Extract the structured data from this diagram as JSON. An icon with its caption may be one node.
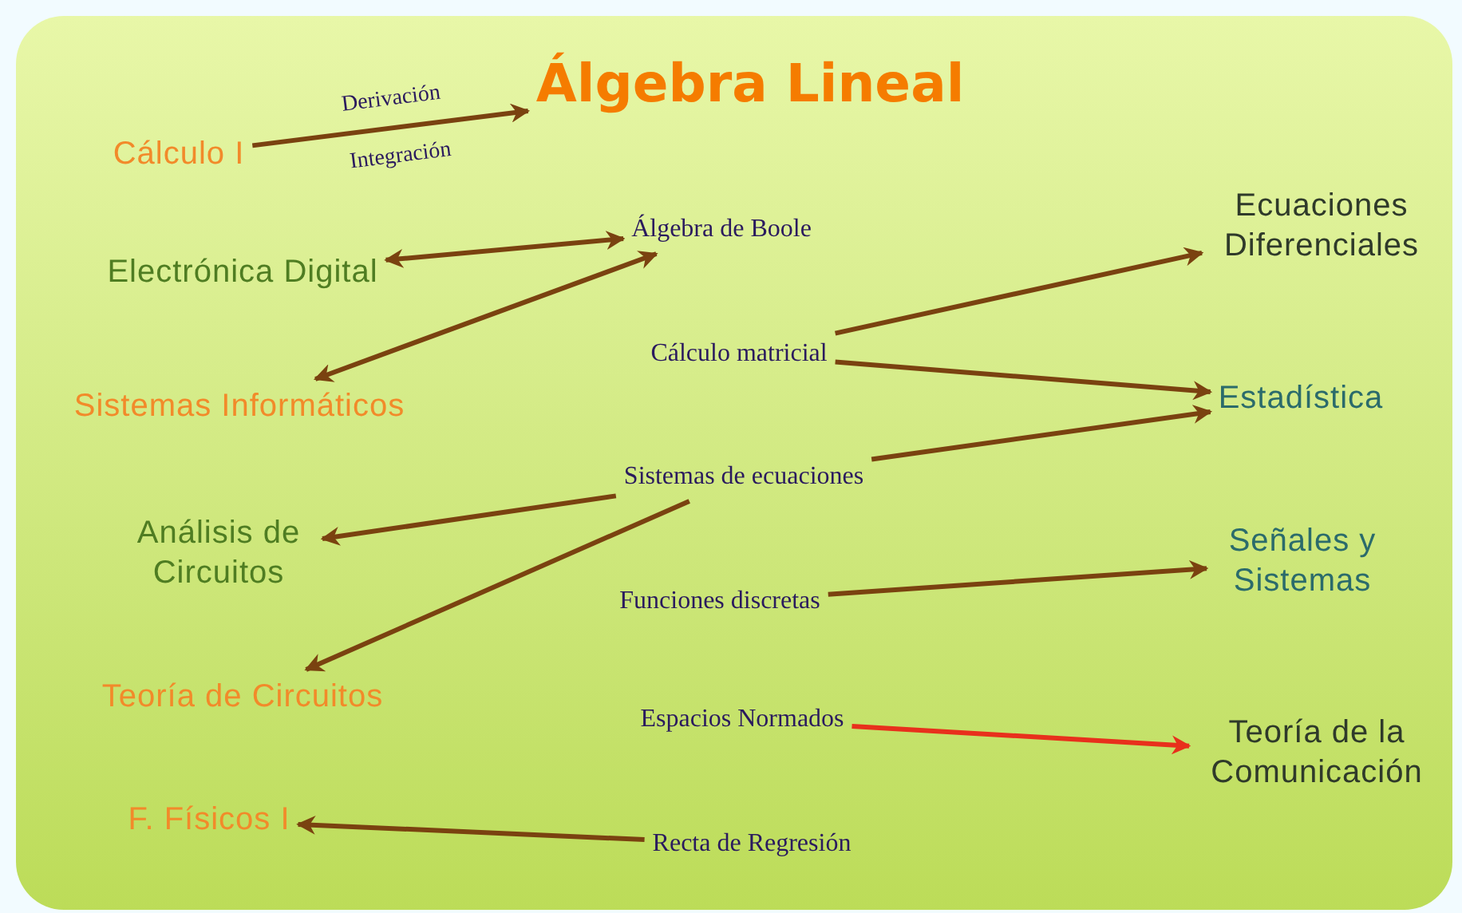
{
  "diagram": {
    "nodes": [
      {
        "text": [
          "Álgebra Lineal"
        ]
      },
      {
        "text": [
          "Cálculo I"
        ]
      },
      {
        "text": [
          "Electrónica Digital"
        ]
      },
      {
        "text": [
          "Álgebra de Boole"
        ]
      },
      {
        "text": [
          "Sistemas Informáticos"
        ]
      },
      {
        "text": [
          "Cálculo matricial"
        ]
      },
      {
        "text": [
          "Ecuaciones Diferenciales"
        ]
      },
      {
        "text": [
          "Estadística"
        ]
      },
      {
        "text": [
          "Sistemas de ecuaciones"
        ]
      },
      {
        "text": [
          "Análisis de Circuitos"
        ]
      },
      {
        "text": [
          "Funciones discretas"
        ]
      },
      {
        "text": [
          "Señales y Sistemas"
        ]
      },
      {
        "text": [
          "Teoría de Circuitos"
        ]
      },
      {
        "text": [
          "Espacios Normados"
        ]
      },
      {
        "text": [
          "Teoría de la Comunicación"
        ]
      },
      {
        "text": [
          "F. Físicos I"
        ]
      },
      {
        "text": [
          "Recta de Regresión"
        ]
      }
    ],
    "edges": [
      {
        "from": 1,
        "to": 0,
        "arrow": "to",
        "label": "Derivación"
      },
      {
        "from": 3,
        "to": 2,
        "arrow": "both"
      },
      {
        "from": 3,
        "to": 4,
        "arrow": "both"
      },
      {
        "from": 5,
        "to": 6,
        "arrow": "to"
      },
      {
        "from": 5,
        "to": 7,
        "arrow": "to"
      },
      {
        "from": 8,
        "to": 7,
        "arrow": "to"
      },
      {
        "from": 8,
        "to": 9,
        "arrow": "to"
      },
      {
        "from": 8,
        "to": 12,
        "arrow": "to"
      },
      {
        "from": 10,
        "to": 11,
        "arrow": "to"
      },
      {
        "from": 13,
        "to": 14,
        "arrow": "to",
        "color": "#e8301c"
      },
      {
        "from": 16,
        "to": 15,
        "arrow": "to"
      }
    ],
    "labels": [
      "Integración"
    ]
  }
}
